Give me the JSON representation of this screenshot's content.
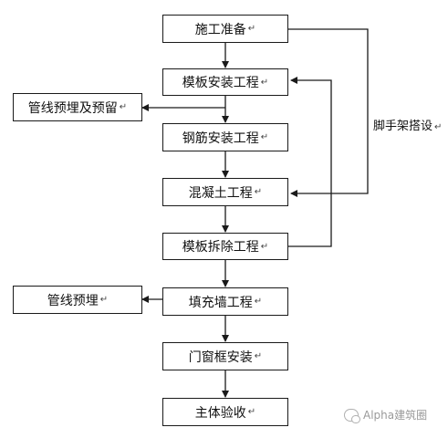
{
  "diagram": {
    "steps": [
      {
        "label": "施工准备",
        "mark": "↵"
      },
      {
        "label": "模板安装工程",
        "mark": "↵"
      },
      {
        "label": "钢筋安装工程",
        "mark": "↵"
      },
      {
        "label": "混凝土工程",
        "mark": "↵"
      },
      {
        "label": "模板拆除工程",
        "mark": "↵"
      },
      {
        "label": "填充墙工程",
        "mark": "↵"
      },
      {
        "label": "门窗框安装",
        "mark": "↵"
      },
      {
        "label": "主体验收",
        "mark": "↵"
      }
    ],
    "side_boxes": [
      {
        "label": "管线预埋及预留",
        "mark": "↵"
      },
      {
        "label": "管线预埋",
        "mark": "↵"
      }
    ],
    "scaffold_label": "脚手架搭设",
    "scaffold_mark": "↵"
  },
  "watermark": {
    "text": "Alpha建筑圈",
    "icon": "wechat-icon"
  },
  "colors": {
    "line": "#1a1a1a",
    "watermark": "#9a9a9a"
  }
}
